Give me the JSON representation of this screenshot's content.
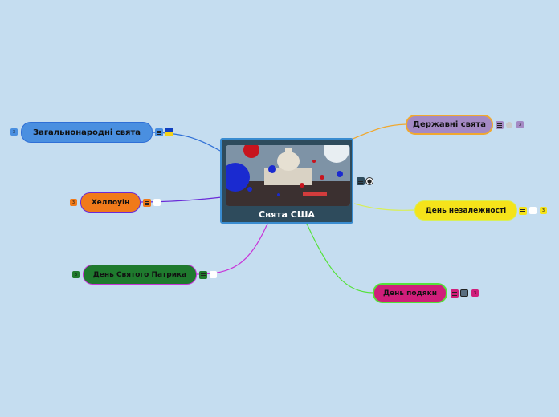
{
  "central": {
    "title": "Свята США"
  },
  "branches": {
    "state": {
      "label": "Державні свята",
      "badge": "3",
      "color": "#a489c4",
      "line": "#f0a830"
    },
    "national": {
      "label": "Загальнонародні свята",
      "badge": "3",
      "color": "#4a8fe0",
      "line": "#2f6fd6"
    },
    "independence": {
      "label": "День незалежності",
      "badge": "3",
      "color": "#f5e31a",
      "line": "#d8ee5a"
    },
    "halloween": {
      "label": "Хеллоуін",
      "badge": "3",
      "color": "#f07a1a",
      "line": "#6a2ad8"
    },
    "patrick": {
      "label": "День Святого Патрика",
      "badge": "3",
      "color": "#1f7a2e",
      "line": "#c833d8"
    },
    "thanksgiving": {
      "label": "День подяки",
      "badge": "3",
      "color": "#d01e7a",
      "line": "#55e23a"
    }
  }
}
